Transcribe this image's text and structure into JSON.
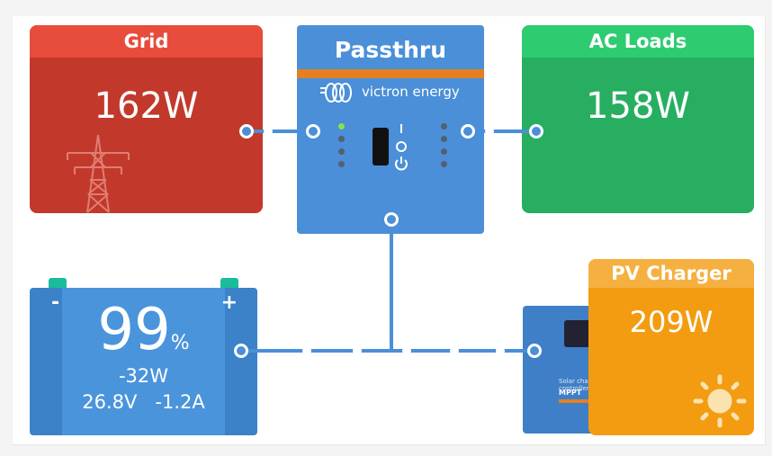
{
  "grid": {
    "title": "Grid",
    "power": "162W",
    "icon": "power-pylon-icon",
    "color": "#c2392b"
  },
  "inverter": {
    "title": "Passthru",
    "brand": "victron energy",
    "switch_on": "I",
    "switch_off": "O"
  },
  "ac_loads": {
    "title": "AC Loads",
    "power": "158W",
    "color": "#27ae60"
  },
  "battery": {
    "soc": "99",
    "soc_unit": "%",
    "power": "-32W",
    "voltage": "26.8V",
    "current": "-1.2A",
    "minus": "-",
    "plus": "+"
  },
  "mppt": {
    "model_label": "Solar charge controller",
    "model": "MPPT"
  },
  "pv_charger": {
    "title": "PV Charger",
    "power": "209W",
    "icon": "sun-icon",
    "color": "#f39c12"
  }
}
